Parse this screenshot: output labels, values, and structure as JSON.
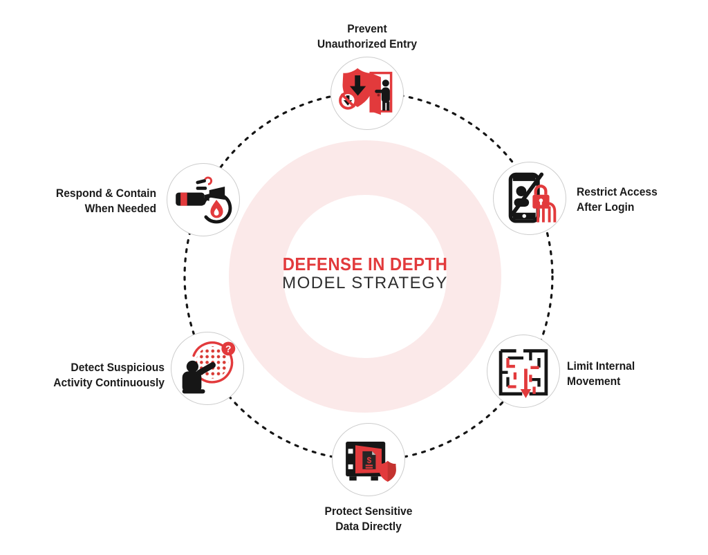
{
  "center": {
    "title": "DEFENSE IN DEPTH",
    "subtitle": "MODEL STRATEGY"
  },
  "nodes": [
    {
      "id": "prevent-unauthorized-entry",
      "label_line1": "Prevent",
      "label_line2": "Unauthorized Entry",
      "icon": "shield-block-door-icon",
      "position": "top"
    },
    {
      "id": "restrict-access-after-login",
      "label_line1": "Restrict Access",
      "label_line2": "After Login",
      "icon": "phone-lock-gate-icon",
      "position": "top-right"
    },
    {
      "id": "limit-internal-movement",
      "label_line1": "Limit Internal",
      "label_line2": "Movement",
      "icon": "maze-arrow-icon",
      "position": "bottom-right"
    },
    {
      "id": "protect-sensitive-data-directly",
      "label_line1": "Protect Sensitive",
      "label_line2": "Data Directly",
      "icon": "safe-document-shield-icon",
      "position": "bottom"
    },
    {
      "id": "detect-suspicious-activity-continuously",
      "label_line1": "Detect Suspicious",
      "label_line2": "Activity Continuously",
      "icon": "person-scan-question-icon",
      "position": "bottom-left"
    },
    {
      "id": "respond-contain-when-needed",
      "label_line1": "Respond & Contain",
      "label_line2": "When Needed",
      "icon": "extinguisher-flame-icon",
      "position": "top-left"
    }
  ],
  "icon_glyphs": {
    "safe_dollar": "$",
    "question_mark": "?"
  },
  "colors": {
    "accent": "#e23a3c",
    "ink": "#161616",
    "ring_pink": "#fbe9e9",
    "node_border": "#cccccc",
    "label": "#1b1b1b",
    "subtitle": "#2e2e2e"
  }
}
